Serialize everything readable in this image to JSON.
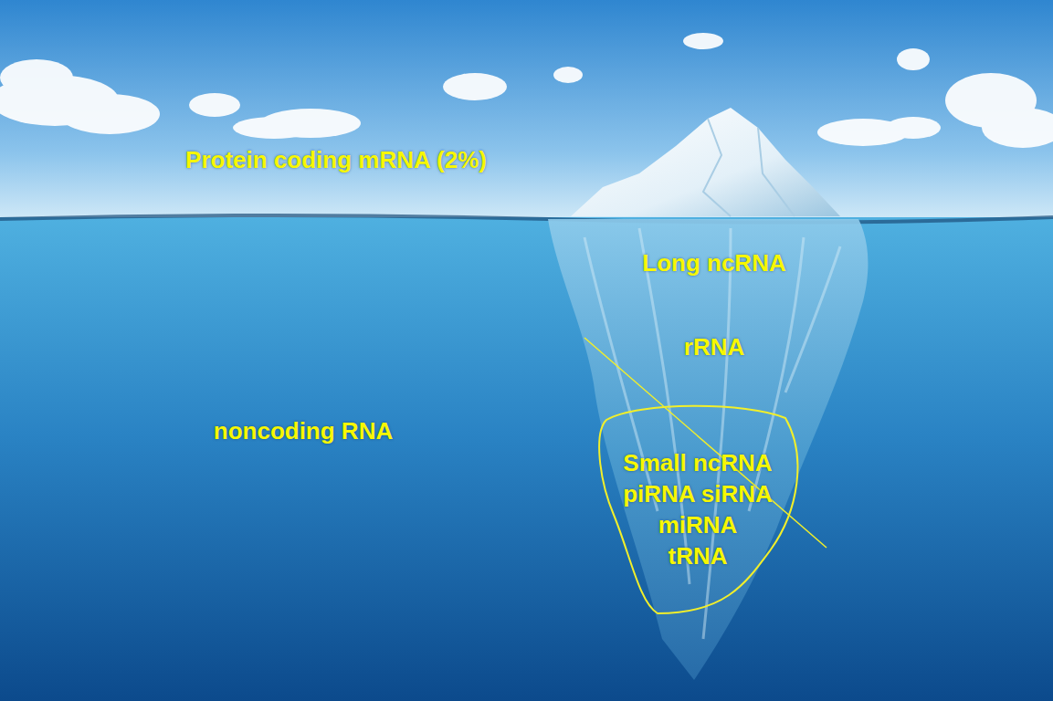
{
  "diagram": {
    "nodes": [
      {
        "text": [
          "Small ncRNA",
          "piRNA siRNA",
          "miRNA",
          "tRNA"
        ]
      }
    ],
    "labels": [
      "Protein coding mRNA (2%)",
      "Long ncRNA",
      "rRNA",
      "noncoding RNA"
    ]
  }
}
